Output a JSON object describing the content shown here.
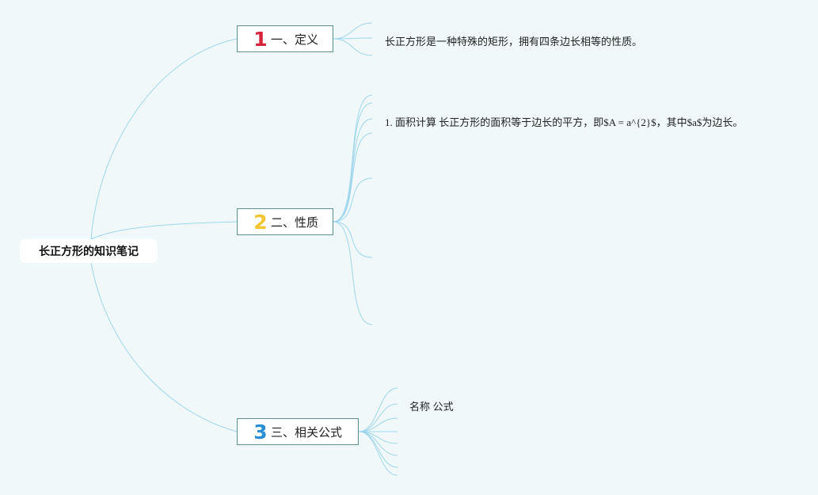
{
  "colors": {
    "background": "#f0f8fa",
    "connector": "#9fd7ec",
    "num1": "#d7243c",
    "num2": "#f3c42f",
    "num3": "#2a8fd6"
  },
  "root": {
    "label": "长正方形的知识笔记"
  },
  "branches": [
    {
      "num": "1",
      "label": "一、定义",
      "leaf": "长正方形是一种特殊的矩形，拥有四条边长相等的性质。"
    },
    {
      "num": "2",
      "label": "二、性质",
      "leaf": "1. 面积计算 长正方形的面积等于边长的平方，即$A = a^{2}$，其中$a$为边长。"
    },
    {
      "num": "3",
      "label": "三、相关公式",
      "leaf": "名称 公式"
    }
  ]
}
